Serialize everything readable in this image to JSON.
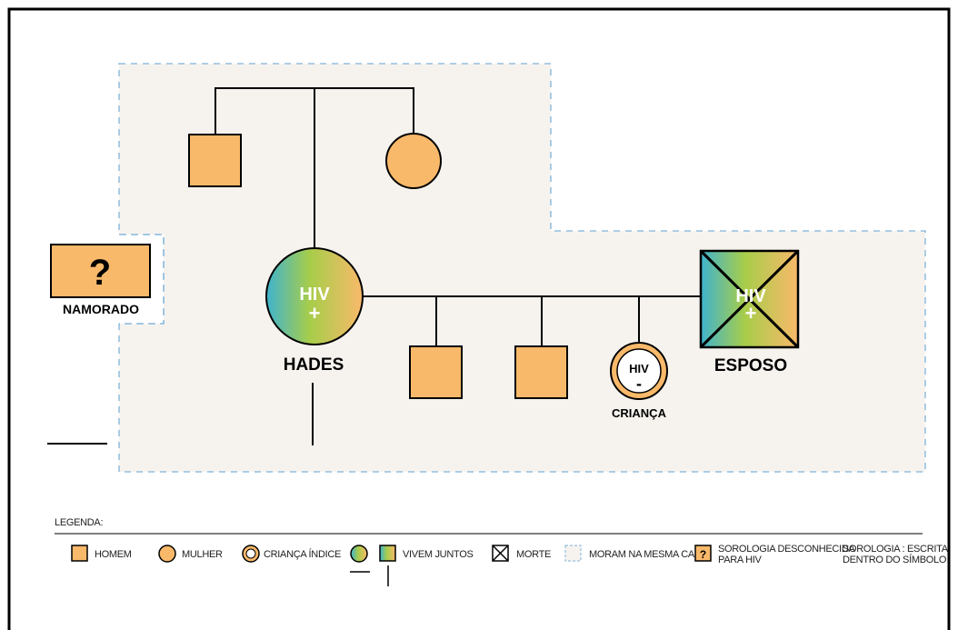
{
  "labels": {
    "namorado": "NAMORADO",
    "hades": "HADES",
    "esposo": "ESPOSO",
    "crianca": "CRIANÇA",
    "hiv": "HIV",
    "plus": "+",
    "minus": "-",
    "unknown": "?"
  },
  "legend": {
    "title": "LEGENDA:",
    "homem": "HOMEM",
    "mulher": "MULHER",
    "crianca_indice": "CRIANÇA ÍNDICE",
    "vivem_juntos": "VIVEM JUNTOS",
    "morte": "MORTE",
    "moram": "MORAM NA MESMA CASA",
    "sorologia_desc_1": "SOROLOGIA DESCONHECIDA",
    "sorologia_desc_2": "PARA HIV",
    "sorologia_escrita_1": "SOROLOGIA : ESCRITA",
    "sorologia_escrita_2": "DENTRO DO SÍMBOLO"
  },
  "colors": {
    "fill": "#F9B96A",
    "household": "#F6F3EF",
    "household_border": "#7FB3D9",
    "gradient": [
      "#4FB6C9",
      "#9CCB4E",
      "#F9B96A"
    ]
  }
}
